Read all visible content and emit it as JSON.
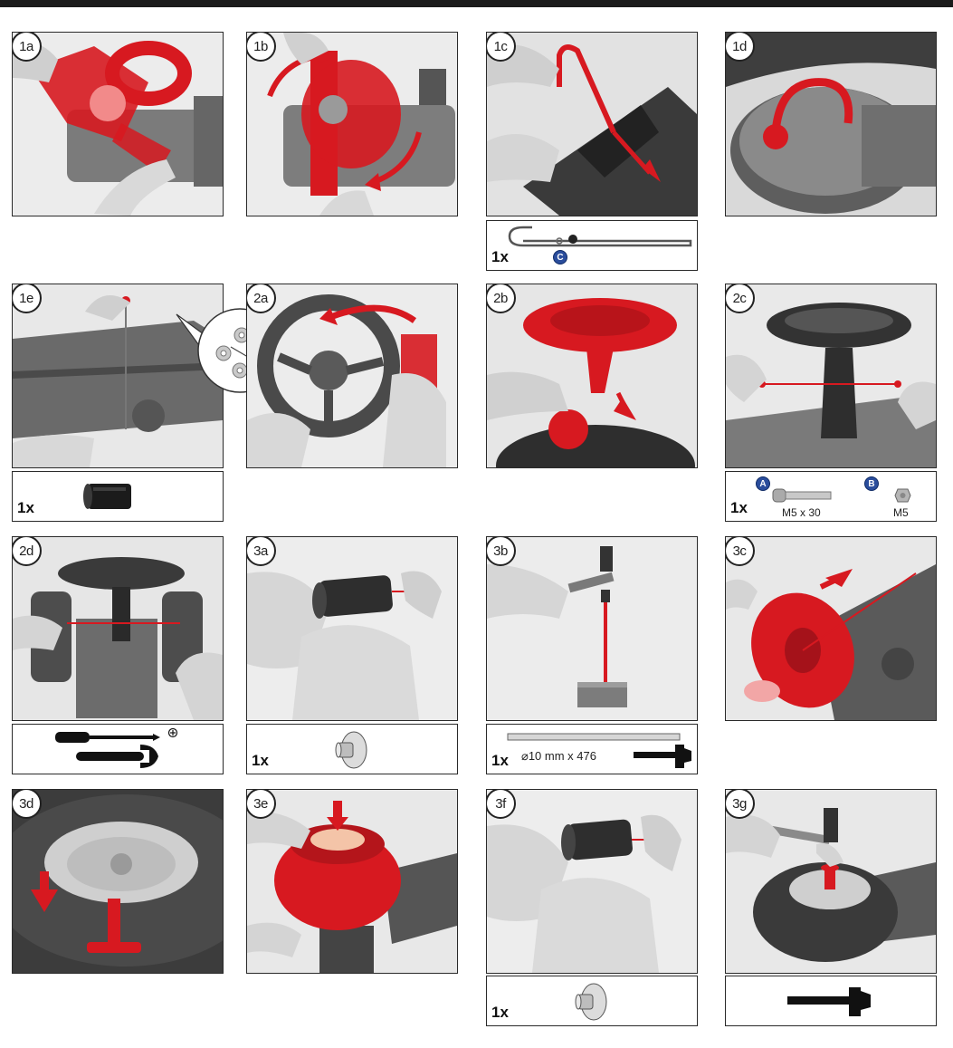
{
  "steps": {
    "s1a": "1a",
    "s1b": "1b",
    "s1c": "1c",
    "s1d": "1d",
    "s1e": "1e",
    "s2a": "2a",
    "s2b": "2b",
    "s2c": "2c",
    "s2d": "2d",
    "s3a": "3a",
    "s3b": "3b",
    "s3c": "3c",
    "s3d": "3d",
    "s3e": "3e",
    "s3f": "3f",
    "s3g": "3g"
  },
  "parts": {
    "p1c": {
      "qty": "1x",
      "badge": "C"
    },
    "p1e": {
      "qty": "1x"
    },
    "p2c": {
      "qty": "1x",
      "badge_a": "A",
      "label_a": "M5 x 30",
      "badge_b": "B",
      "label_b": "M5"
    },
    "p3a": {
      "qty": "1x"
    },
    "p3b": {
      "qty": "1x",
      "label": "⌀10 mm x 476"
    },
    "p3f": {
      "qty": "1x"
    }
  },
  "colors": {
    "accent": "#d71920",
    "frame": "#2a2a2a",
    "badge": "#2a4d9c"
  },
  "icons": [
    "screwdriver-icon",
    "wrench-icon",
    "phillips-head-icon",
    "hammer-icon",
    "steel-axle-icon",
    "bushing-icon",
    "bolt-icon",
    "nut-icon",
    "cap-icon",
    "pin-icon",
    "washer-icon"
  ]
}
